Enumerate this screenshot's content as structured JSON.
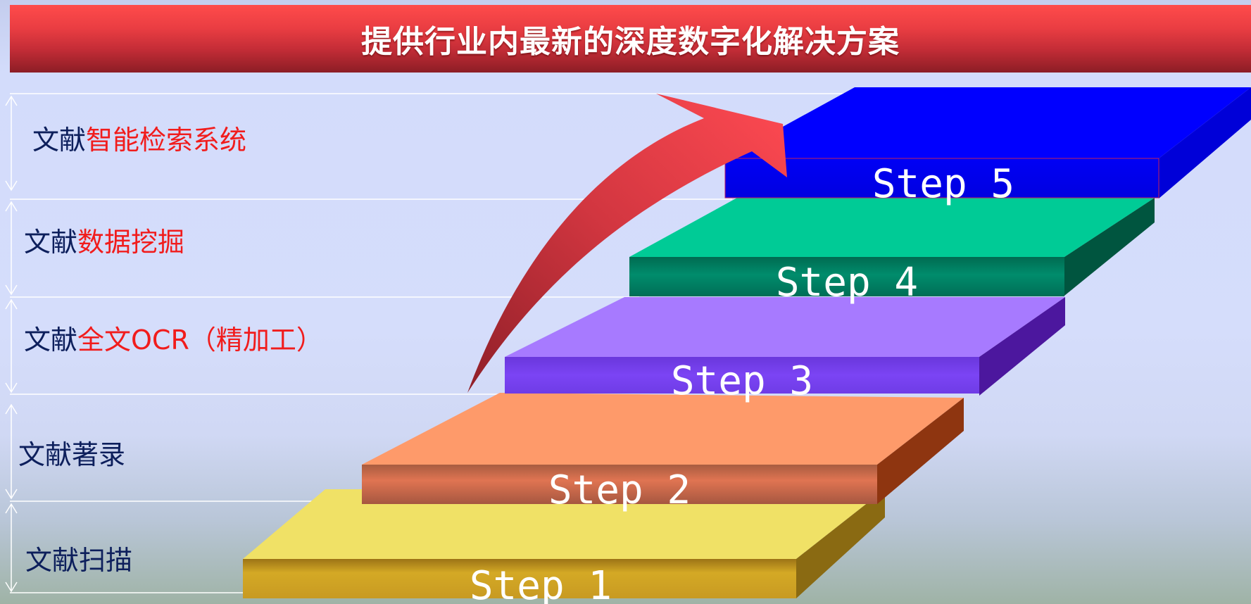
{
  "title": "提供行业内最新的深度数字化解决方案",
  "levels": [
    {
      "prefix": "文献",
      "highlight": "智能检索系统"
    },
    {
      "prefix": "文献",
      "highlight": "数据挖掘"
    },
    {
      "prefix": "文献",
      "highlight": "全文OCR（精加工）"
    },
    {
      "prefix": "文献著录",
      "highlight": ""
    },
    {
      "prefix": "文献扫描",
      "highlight": ""
    }
  ],
  "steps": [
    {
      "label": "Step 1",
      "color": "#d4a925"
    },
    {
      "label": "Step 2",
      "color": "#e07452"
    },
    {
      "label": "Step 3",
      "color": "#7b44f4"
    },
    {
      "label": "Step 4",
      "color": "#008c6c"
    },
    {
      "label": "Step 5",
      "color": "#0000f5"
    }
  ],
  "colors": {
    "banner": "#d8333b",
    "label_text": "#0d1f5c",
    "highlight_text": "#f11c1c",
    "arrow": "#e73b44",
    "guide_lines": "#ffffff"
  },
  "icons": [
    "curved-arrow-icon",
    "double-arrow-icon"
  ]
}
